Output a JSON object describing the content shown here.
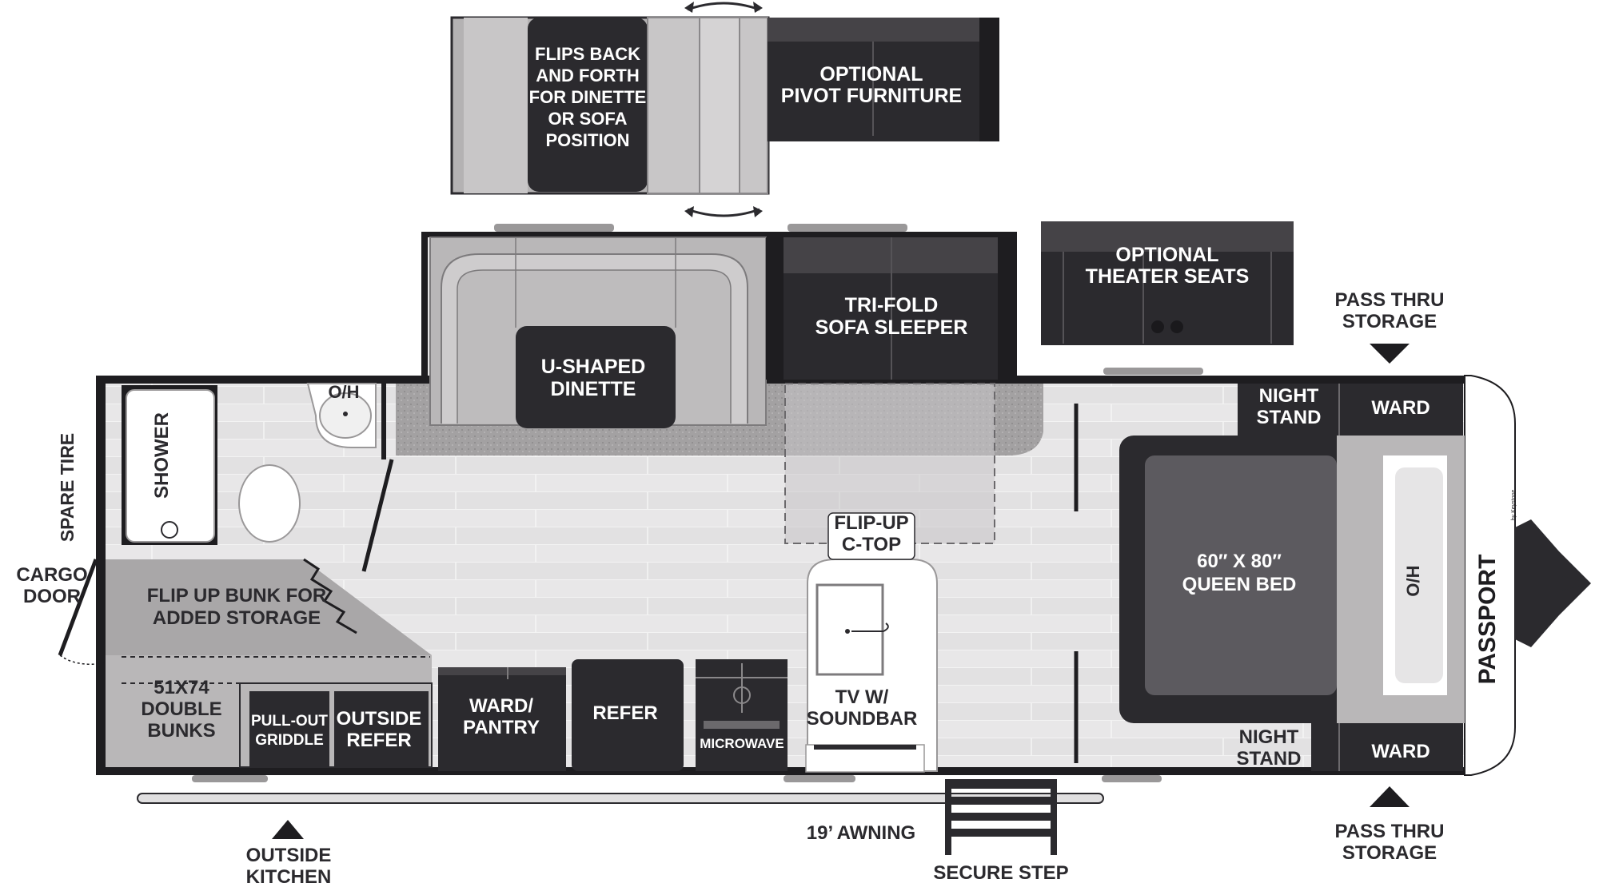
{
  "brand": {
    "logo_text": "PASSPORT",
    "logo_sub": "by Keystone"
  },
  "colors": {
    "dark": "#2b2a2e",
    "medium": "#5c5a5f",
    "light_gray": "#b9b7b8",
    "floor": "#e6e5e6",
    "carpet": "#9f9d9e",
    "wall": "#1e1d20"
  },
  "labels": {
    "flips_back": [
      "FLIPS BACK",
      "AND FORTH",
      "FOR DINETTE",
      "OR SOFA",
      "POSITION"
    ],
    "optional_pivot": [
      "OPTIONAL",
      "PIVOT FURNITURE"
    ],
    "optional_theater": [
      "OPTIONAL",
      "THEATER SEATS"
    ],
    "pass_thru_storage": [
      "PASS THRU",
      "STORAGE"
    ],
    "tri_fold": [
      "TRI-FOLD",
      "SOFA SLEEPER"
    ],
    "u_dinette": [
      "U-SHAPED",
      "DINETTE"
    ],
    "oh": "O/H",
    "shower": "SHOWER",
    "spare_tire": "SPARE TIRE",
    "cargo_door": [
      "CARGO",
      "DOOR"
    ],
    "flip_up_bunk": [
      "FLIP UP BUNK FOR",
      "ADDED STORAGE"
    ],
    "double_bunks": [
      "51X74",
      "DOUBLE",
      "BUNKS"
    ],
    "pullout_griddle": [
      "PULL-OUT",
      "GRIDDLE"
    ],
    "outside_refer": [
      "OUTSIDE",
      "REFER"
    ],
    "ward_pantry": [
      "WARD/",
      "PANTRY"
    ],
    "refer": "REFER",
    "microwave": "MICROWAVE",
    "flip_up_ctop": [
      "FLIP-UP",
      "C-TOP"
    ],
    "tv_soundbar": [
      "TV W/",
      "SOUNDBAR"
    ],
    "night_stand": [
      "NIGHT",
      "STAND"
    ],
    "ward": "WARD",
    "queen_bed": [
      "60″ X 80″",
      "QUEEN BED"
    ],
    "awning": "19’ AWNING",
    "outside_kitchen": [
      "OUTSIDE",
      "KITCHEN"
    ],
    "secure_step": "SECURE STEP"
  }
}
